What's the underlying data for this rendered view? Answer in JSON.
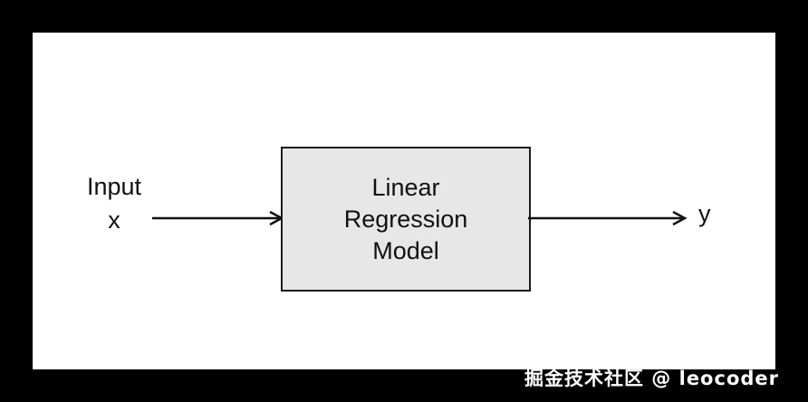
{
  "diagram": {
    "input_line1": "Input",
    "input_line2": "x",
    "box_lines": [
      "Linear",
      "Regression",
      "Model"
    ],
    "output_label": "y"
  },
  "watermark": {
    "text": "掘金技术社区 @ leocoder"
  },
  "colors": {
    "outer_background": "#000000",
    "canvas_background": "#ffffff",
    "box_fill": "#e7e7e7",
    "box_border": "#1c1c1c",
    "stroke": "#111111",
    "watermark_text": "#ffffff"
  }
}
